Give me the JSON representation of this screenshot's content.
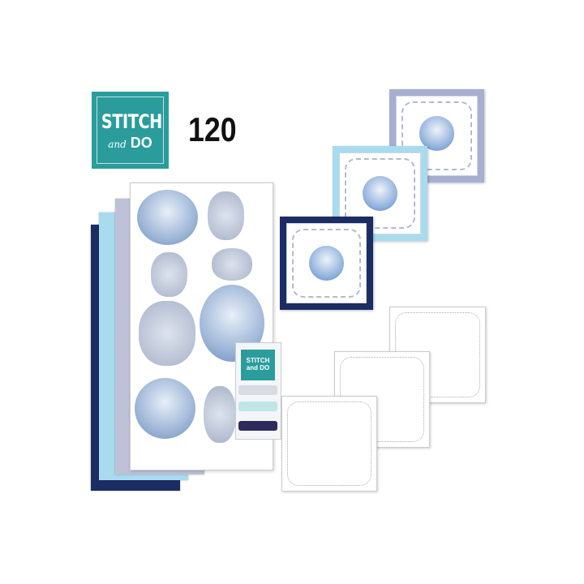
{
  "brand": {
    "line1": "STITCH",
    "line2_script": "and",
    "line2": "DO",
    "color": "#2b9c9c"
  },
  "kit_number": "120",
  "thread_card": {
    "line1": "STITCH",
    "line2": "and DO"
  },
  "papers": {
    "colors": [
      "#1b2d63",
      "#a9dbee",
      "#bfc1d8"
    ]
  }
}
